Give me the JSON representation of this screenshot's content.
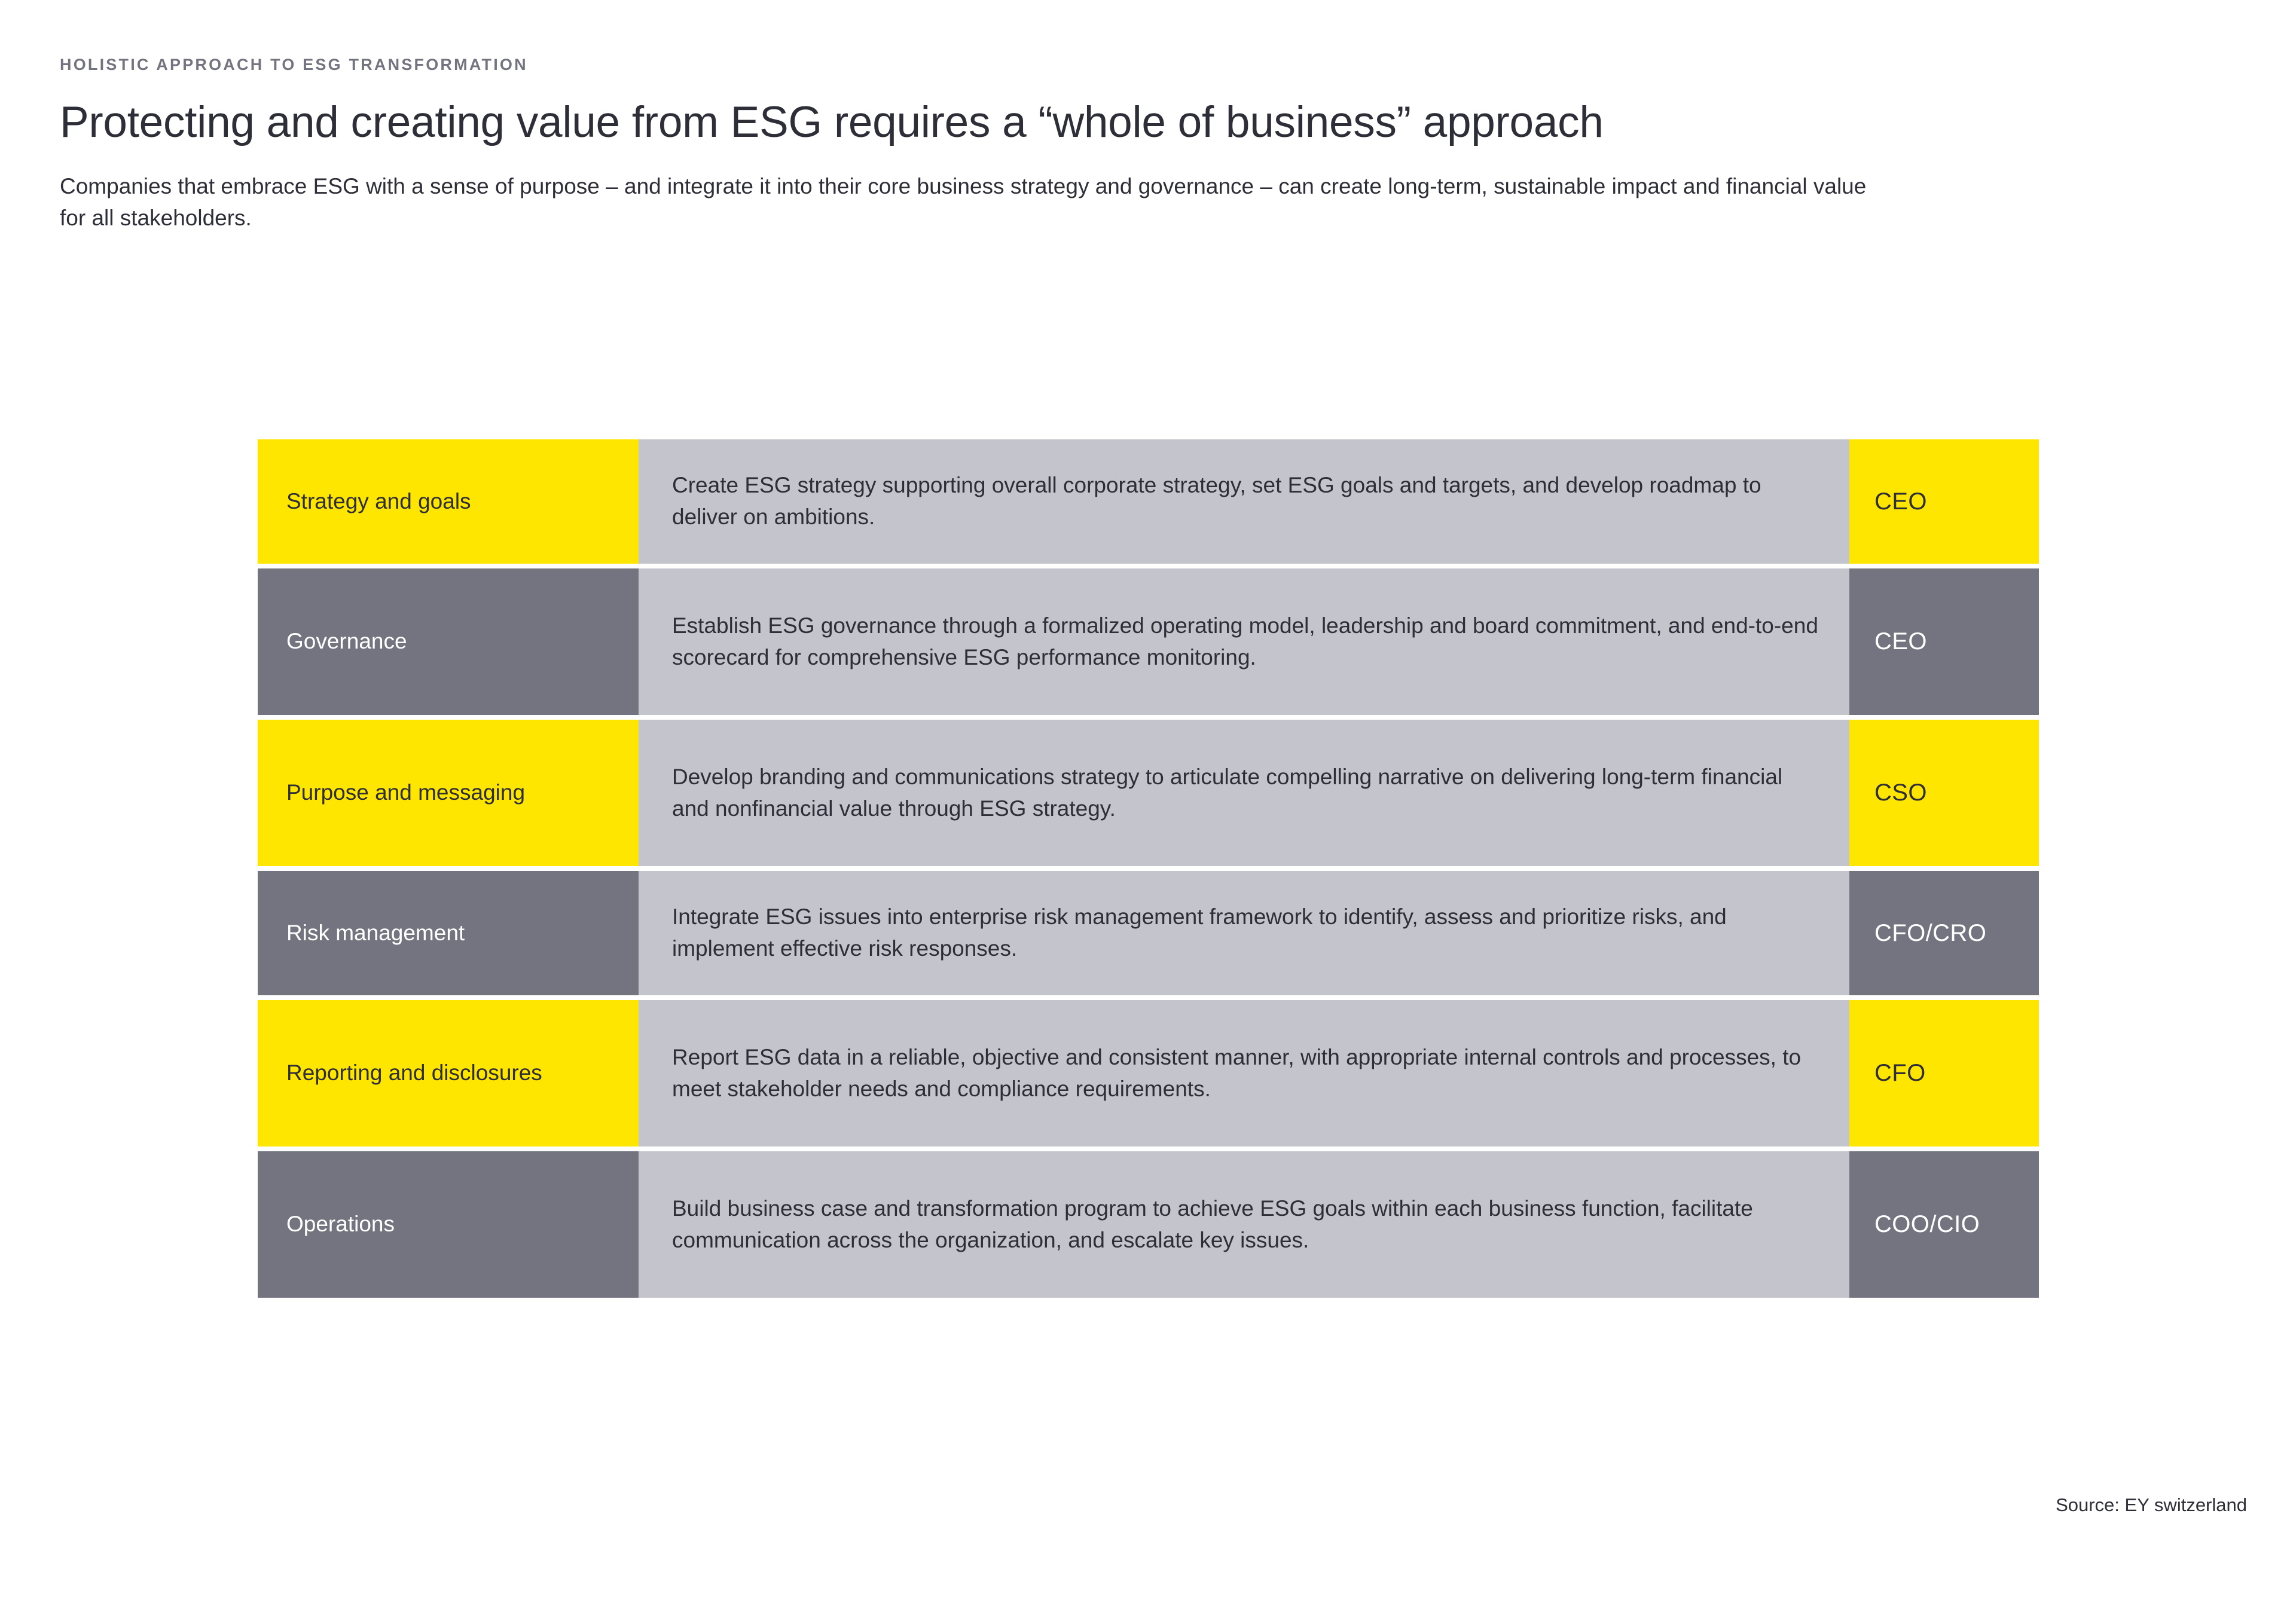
{
  "header": {
    "eyebrow": "HOLISTIC APPROACH TO ESG TRANSFORMATION",
    "title": "Protecting and creating value from ESG requires a “whole of business” approach",
    "subtitle": "Companies that embrace ESG with a sense of purpose – and integrate it into their core business strategy and governance – can create long-term, sustainable impact and financial value for all stakeholders."
  },
  "colors": {
    "brand_yellow": "#FFE600",
    "dark_grey": "#747480",
    "light_grey": "#C4C4CD",
    "text_dark": "#2E2E38",
    "text_light": "#FFFFFF",
    "background": "#FFFFFF"
  },
  "matrix": {
    "rows": [
      {
        "tone": "yellow",
        "lines": 2,
        "label": "Strategy and goals",
        "description": "Create ESG strategy supporting overall corporate strategy, set ESG goals and targets, and develop roadmap to deliver on ambitions.",
        "role": "CEO"
      },
      {
        "tone": "grey",
        "lines": 3,
        "label": "Governance",
        "description": "Establish ESG governance through a formalized operating model, leadership and board commitment, and end-to-end scorecard for comprehensive ESG performance monitoring.",
        "role": "CEO"
      },
      {
        "tone": "yellow",
        "lines": 3,
        "label": "Purpose and messaging",
        "description": "Develop branding and communications strategy to articulate compelling narrative on delivering long-term financial and nonfinancial value through ESG strategy.",
        "role": "CSO"
      },
      {
        "tone": "grey",
        "lines": 2,
        "label": "Risk management",
        "description": "Integrate ESG issues into enterprise risk management framework to identify, assess and prioritize risks, and implement effective risk responses.",
        "role": "CFO/CRO"
      },
      {
        "tone": "yellow",
        "lines": 3,
        "label": "Reporting and disclosures",
        "description": "Report ESG data in a reliable, objective and consistent manner, with appropriate internal controls and processes, to meet stakeholder needs and compliance requirements.",
        "role": "CFO"
      },
      {
        "tone": "grey",
        "lines": 3,
        "label": "Operations",
        "description": "Build business case and transformation program to achieve ESG goals within each business function, facilitate communication across the organization, and escalate key issues.",
        "role": "COO/CIO"
      }
    ]
  },
  "footer": {
    "source": "Source: EY switzerland"
  }
}
